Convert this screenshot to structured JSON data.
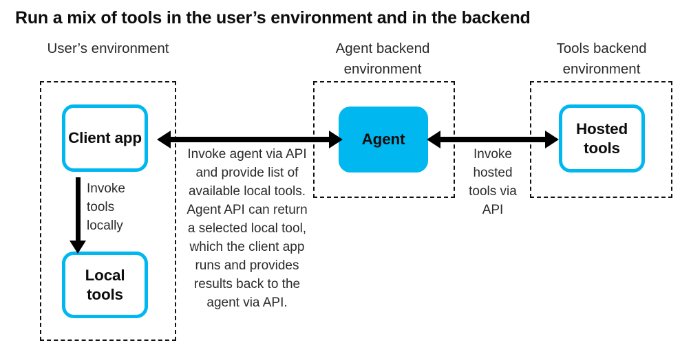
{
  "title": "Run a mix of tools in the user’s environment and in the backend",
  "colors": {
    "accent_cyan": "#00b7f0",
    "text": "#2a2a2a",
    "title_text": "#0d0d0d",
    "arrow": "#000000",
    "dashed_border": "#111111",
    "background": "#ffffff"
  },
  "environments": [
    {
      "id": "user",
      "heading": "User’s\nenvironment"
    },
    {
      "id": "agent",
      "heading": "Agent backend\nenvironment"
    },
    {
      "id": "toolsbe",
      "heading": "Tools backend\nenvironment"
    }
  ],
  "headings": {
    "user": "User’s environment",
    "agent": "Agent backend environment",
    "toolsbe": "Tools backend environment"
  },
  "nodes": {
    "client_app": {
      "label": "Client app",
      "style": "outline"
    },
    "local_tools": {
      "label": "Local tools",
      "style": "outline"
    },
    "agent": {
      "label": "Agent",
      "style": "filled"
    },
    "hosted_tools": {
      "label": "Hosted tools",
      "style": "outline"
    }
  },
  "edges": {
    "client_to_local": {
      "label": "Invoke tools locally",
      "direction": "down",
      "from": "client_app",
      "to": "local_tools"
    },
    "client_to_agent": {
      "label": "Invoke agent via API and provide list of available local tools. Agent API can return a selected local tool, which the client app runs and provides results back to the agent via API.",
      "direction": "bidirectional",
      "from": "client_app",
      "to": "agent"
    },
    "agent_to_hosted": {
      "label": "Invoke hosted tools via API",
      "direction": "bidirectional",
      "from": "agent",
      "to": "hosted_tools"
    }
  }
}
